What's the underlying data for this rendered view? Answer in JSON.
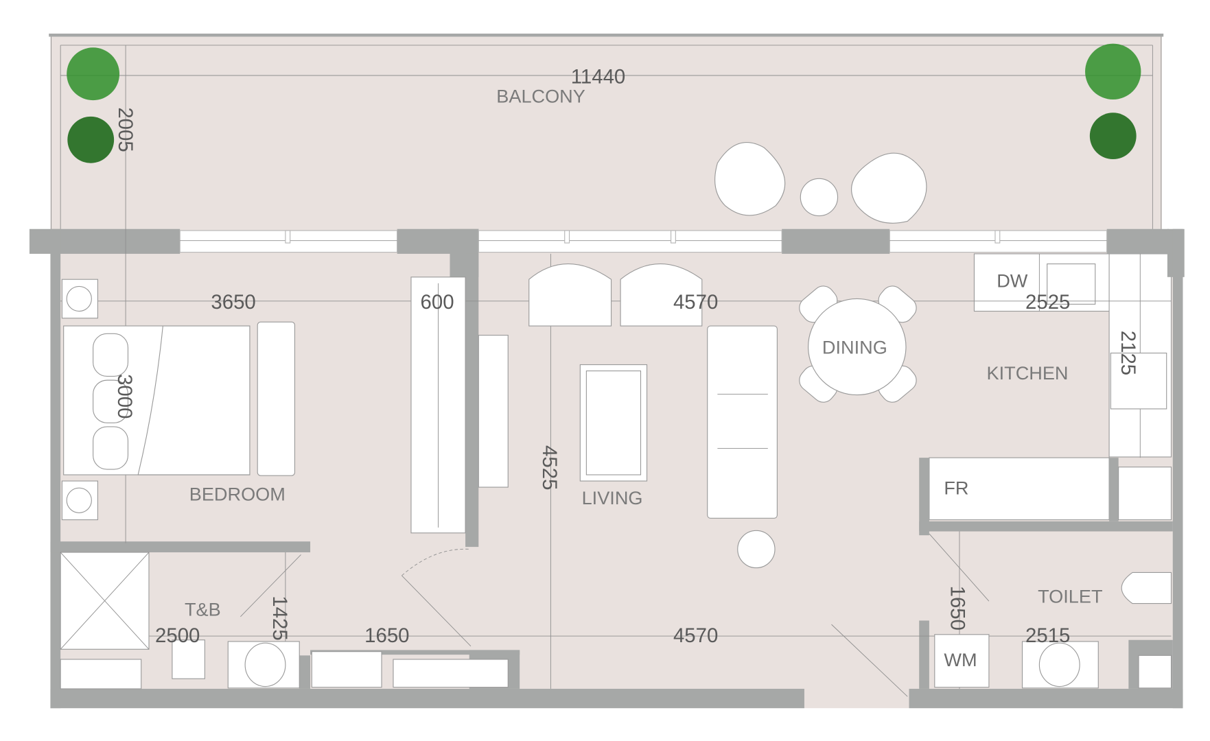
{
  "rooms": {
    "balcony": "BALCONY",
    "bedroom": "BEDROOM",
    "living": "LIVING",
    "dining": "DINING",
    "kitchen": "KITCHEN",
    "tb": "T&B",
    "toilet": "TOILET"
  },
  "appliances": {
    "dishwasher": "DW",
    "fridge": "FR",
    "washing_machine": "WM"
  },
  "dimensions": {
    "balcony_width": "11440",
    "balcony_depth": "2005",
    "bedroom_width": "3650",
    "wardrobe_depth": "600",
    "living_width_top": "4570",
    "kitchen_width": "2525",
    "kitchen_depth": "2125",
    "bedroom_depth": "3000",
    "living_depth": "4525",
    "tb_width": "2500",
    "tb_depth": "1425",
    "corridor_width": "1650",
    "living_width_bottom": "4570",
    "toilet_depth": "1650",
    "toilet_width": "2515"
  },
  "colors": {
    "floor": "#e9e1de",
    "wall": "#a6a8a7",
    "text": "#5a5a5a"
  }
}
